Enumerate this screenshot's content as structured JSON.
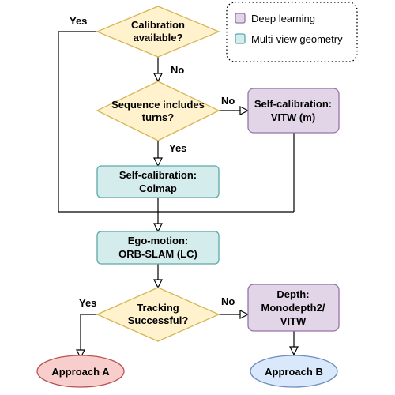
{
  "colors": {
    "decision_fill": "#fff2cc",
    "decision_stroke": "#d6b656",
    "deep_learning_fill": "#e1d5e7",
    "deep_learning_stroke": "#9673a6",
    "geometry_fill": "#d5ecec",
    "geometry_stroke": "#5aa8a8",
    "approach_a_fill": "#f8cecc",
    "approach_a_stroke": "#b85450",
    "approach_b_fill": "#dae8fc",
    "approach_b_stroke": "#6c8ebf",
    "line": "#000000"
  },
  "legend": {
    "deep_learning": "Deep learning",
    "multi_view": "Multi-view geometry"
  },
  "nodes": {
    "calibration": [
      "Calibration",
      "available?"
    ],
    "sequence": [
      "Sequence includes",
      "turns?"
    ],
    "selfcal_vitw": [
      "Self-calibration:",
      "VITW (m)"
    ],
    "selfcal_colmap": [
      "Self-calibration:",
      "Colmap"
    ],
    "ego_motion": [
      "Ego-motion:",
      "ORB-SLAM (LC)"
    ],
    "tracking": [
      "Tracking",
      "Successful?"
    ],
    "depth": [
      "Depth:",
      "Monodepth2/",
      "VITW"
    ],
    "approach_a": "Approach A",
    "approach_b": "Approach B"
  },
  "edge_labels": {
    "calibration_yes": "Yes",
    "calibration_no": "No",
    "sequence_no": "No",
    "sequence_yes": "Yes",
    "tracking_yes": "Yes",
    "tracking_no": "No"
  }
}
